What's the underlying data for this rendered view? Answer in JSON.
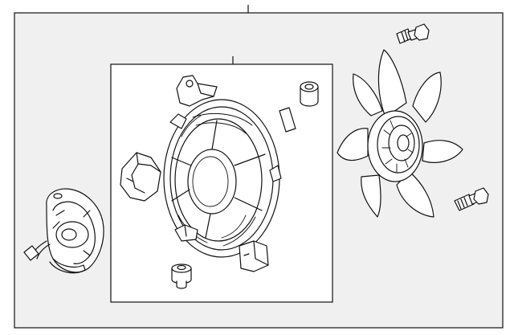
{
  "diagram": {
    "description_text": "",
    "colors": {
      "background": "#ffffff",
      "panel": "#f0f0f0",
      "line": "#111111"
    },
    "parts": [
      {
        "name": "fan-motor"
      },
      {
        "name": "fan-shroud"
      },
      {
        "name": "fan-blade"
      },
      {
        "name": "resistor"
      },
      {
        "name": "grommet"
      },
      {
        "name": "insulator-pad"
      },
      {
        "name": "bushing"
      },
      {
        "name": "upper-bolt"
      },
      {
        "name": "lower-bolt"
      }
    ]
  }
}
